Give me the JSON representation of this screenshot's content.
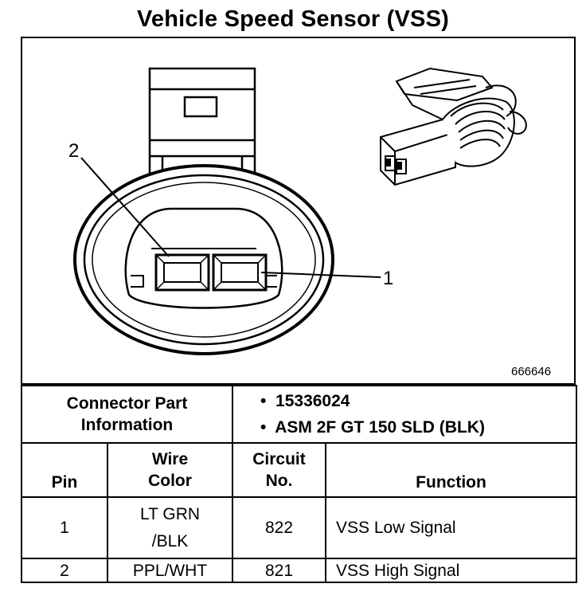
{
  "title": "Vehicle Speed Sensor (VSS)",
  "figure_id": "666646",
  "callouts": {
    "pin2": "2",
    "pin1": "1"
  },
  "connector": {
    "label_line1": "Connector Part",
    "label_line2": "Information",
    "items": [
      "15336024",
      "ASM 2F GT 150 SLD (BLK)"
    ],
    "bullet": "•"
  },
  "table": {
    "headers": {
      "pin": "Pin",
      "wire_color_line1": "Wire",
      "wire_color_line2": "Color",
      "circuit_line1": "Circuit",
      "circuit_line2": "No.",
      "function": "Function"
    },
    "rows": [
      {
        "pin": "1",
        "wire_line1": "LT GRN",
        "wire_line2": "/BLK",
        "circuit": "822",
        "function": "VSS Low Signal"
      },
      {
        "pin": "2",
        "wire_line1": "PPL/WHT",
        "wire_line2": "",
        "circuit": "821",
        "function": "VSS High Signal"
      }
    ]
  }
}
